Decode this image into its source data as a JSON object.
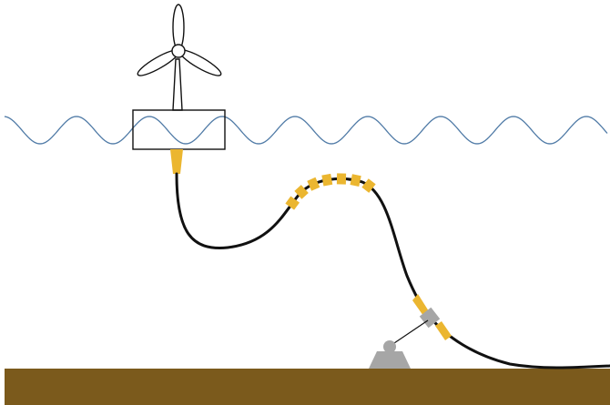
{
  "diagram": {
    "components": [
      {
        "id": "wind-turbine",
        "icon": "wind-turbine-icon"
      },
      {
        "id": "floating-platform",
        "icon": "platform-icon"
      },
      {
        "id": "sea-surface",
        "icon": "wave-icon"
      },
      {
        "id": "dynamic-cable",
        "icon": "cable-icon"
      },
      {
        "id": "buoyancy-modules",
        "count": 7,
        "icon": "buoyancy-module-icon"
      },
      {
        "id": "cable-joint",
        "icon": "connector-icon"
      },
      {
        "id": "seabed-anchor",
        "icon": "anchor-icon"
      },
      {
        "id": "seabed",
        "icon": "seabed-icon"
      }
    ]
  },
  "colors": {
    "background": "#ffffff",
    "sea_line": "#4f7aa6",
    "seabed": "#7b5a1c",
    "cable": "#111111",
    "buoyancy": "#ebb630",
    "outline": "#111111",
    "joint": "#a6a6a6"
  }
}
